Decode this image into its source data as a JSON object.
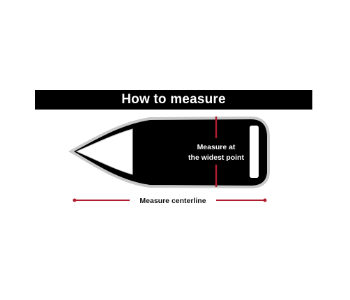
{
  "title": "How to measure",
  "labels": {
    "widest_point_line1": "Measure at",
    "widest_point_line2": "the widest point",
    "centerline": "Measure centerline"
  },
  "colors": {
    "banner_background": "#000000",
    "banner_text": "#ffffff",
    "hull_fill": "#000000",
    "hull_outline": "#c8c8c8",
    "bow_fill": "#ffffff",
    "measure_line": "#b01e2e",
    "label_text": "#ffffff",
    "centerline_text": "#111111"
  }
}
